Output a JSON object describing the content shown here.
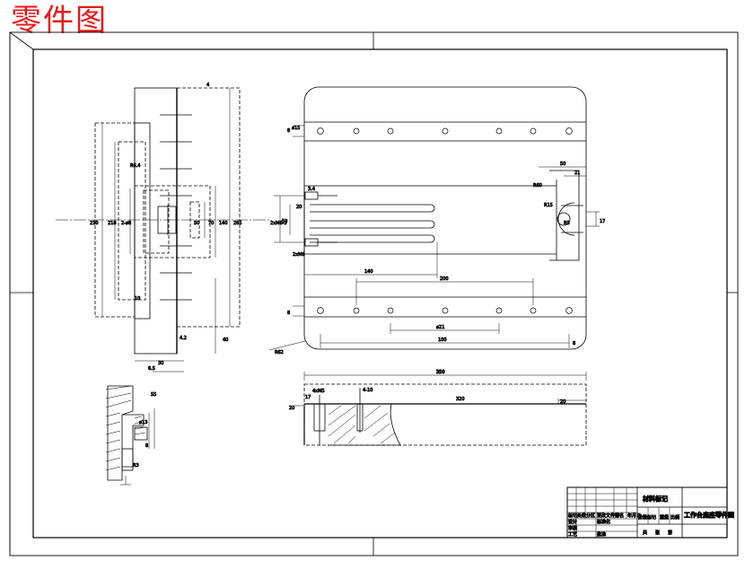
{
  "title": "零件图",
  "side_view": {
    "dims": [
      "4",
      "4.2",
      "50",
      "70",
      "140",
      "210",
      "265",
      "218",
      "2-ø8",
      "R6.4",
      "10",
      "30",
      "55",
      "40",
      "6.5",
      "ø13",
      "R3",
      "8"
    ]
  },
  "plan_view": {
    "dims": [
      "8",
      "8",
      "R60",
      "50",
      "21",
      "R15",
      "R5",
      "17",
      "3.4",
      "2xM6-3",
      "50",
      "2xM6",
      "140",
      "20",
      "200",
      "ø15",
      "ø21",
      "R62",
      "100",
      "350",
      "8"
    ]
  },
  "section_view": {
    "dims": [
      "350",
      "4xM5",
      "4-10",
      "320",
      "20",
      "17",
      "20"
    ]
  },
  "title_block": {
    "material": "材料标记",
    "drawing_name": "工作台底座零件图",
    "cells": [
      "标记",
      "处数",
      "分区",
      "更改文件号",
      "签名",
      "年月日",
      "设计",
      "标准化",
      "阶段标记",
      "重量",
      "比例",
      "审核",
      "工艺",
      "批准",
      "共",
      "张",
      "第"
    ]
  }
}
